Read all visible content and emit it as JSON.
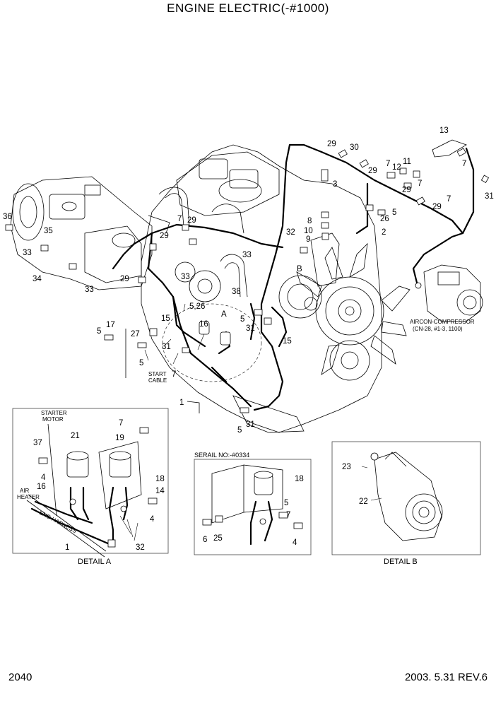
{
  "title": "ENGINE ELECTRIC(-#1000)",
  "page_number": "2040",
  "date_rev": "2003. 5.31  REV.6",
  "detail_a": {
    "caption": "DETAIL A",
    "starter_motor_line1": "STARTER",
    "starter_motor_line2": "MOTOR",
    "air_heater_line1": "AIR",
    "air_heater_line2": "HEATER",
    "eng_harness": "ENG HARNESS"
  },
  "detail_b": {
    "caption": "DETAIL B"
  },
  "serial_box": {
    "title": "SERAIL NO:-#0334"
  },
  "main": {
    "start_cable_line1": "START",
    "start_cable_line2": "CABLE",
    "aircon_line1": "AIRCON-COMPRESSOR",
    "aircon_line2": "(CN-28, #1-3, 1100)",
    "detail_marker_a": "A",
    "detail_marker_b": "B"
  },
  "callouts": {
    "c_13": "13",
    "c_7a": "7",
    "c_29a": "29",
    "c_30": "30",
    "c_7b": "7",
    "c_11": "11",
    "c_12": "12",
    "c_29b": "29",
    "c_3": "3",
    "c_29c": "29",
    "c_7c": "7",
    "c_31a": "31",
    "c_7d": "7",
    "c_29d": "29",
    "c_26a": "26",
    "c_5a": "5",
    "c_2": "2",
    "c_8": "8",
    "c_10": "10",
    "c_9": "9",
    "c_32a": "32",
    "c_36": "36",
    "c_35": "35",
    "c_33a": "33",
    "c_34": "34",
    "c_33b": "33",
    "c_7e": "7",
    "c_29e": "29",
    "c_29f": "29",
    "c_33c": "33",
    "c_33d": "33",
    "c_29g": "29",
    "c_38": "38",
    "c_526": "5,26",
    "c_15a": "15",
    "c_5b": "5",
    "c_31b": "31",
    "c_15b": "15",
    "c_5c": "5",
    "c_17": "17",
    "c_16a": "16",
    "c_27": "27",
    "c_31c": "31",
    "c_5d": "5",
    "c_7f": "7",
    "c_1a": "1",
    "c_5e": "5",
    "c_31d": "31",
    "c_7g": "7",
    "c_21": "21",
    "c_19": "19",
    "c_37": "37",
    "c_4a": "4",
    "c_16b": "16",
    "c_18a": "18",
    "c_14": "14",
    "c_4b": "4",
    "c_32b": "32",
    "c_1b": "1",
    "c_18b": "18",
    "c_5f": "5",
    "c_7h": "7",
    "c_6": "6",
    "c_25": "25",
    "c_4c": "4",
    "c_23": "23",
    "c_22": "22"
  }
}
